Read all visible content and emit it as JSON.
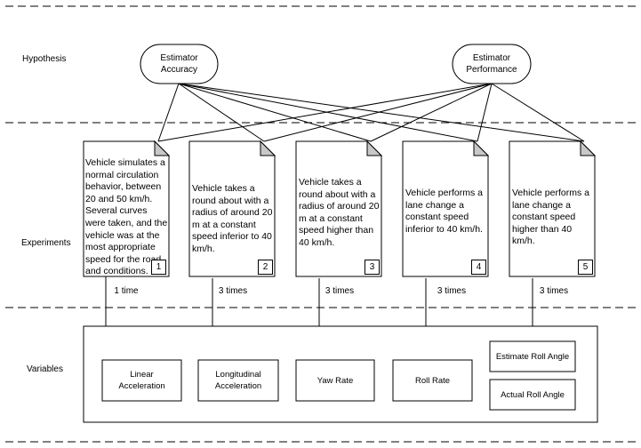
{
  "sections": {
    "hypothesis": "Hypothesis",
    "experiments": "Experiments",
    "variables": "Variables"
  },
  "hypotheses": [
    {
      "line1": "Estimator",
      "line2": "Accuracy"
    },
    {
      "line1": "Estimator",
      "line2": "Performance"
    }
  ],
  "experiments": [
    {
      "text": "Vehicle simulates a normal circulation behavior, between 20 and 50 km/h. Several curves were taken, and the vehicle was at the most appropriate speed for the road and conditions.",
      "number": "1",
      "times": "1 time"
    },
    {
      "text": "Vehicle takes a round about with a radius of around 20 m at a constant speed inferior to 40 km/h.",
      "number": "2",
      "times": "3 times"
    },
    {
      "text": "Vehicle takes a round about with a radius of around 20 m at a constant speed higher than 40 km/h.",
      "number": "3",
      "times": "3 times"
    },
    {
      "text": "Vehicle performs a lane change a constant speed inferior to 40 km/h.",
      "number": "4",
      "times": "3 times"
    },
    {
      "text": "Vehicle performs a lane change a constant speed higher than 40 km/h.",
      "number": "5",
      "times": "3 times"
    }
  ],
  "variables": [
    {
      "line1": "Linear",
      "line2": "Acceleration"
    },
    {
      "line1": "Longitudinal",
      "line2": "Acceleration"
    },
    {
      "line1": "Yaw Rate",
      "line2": ""
    },
    {
      "line1": "Roll Rate",
      "line2": ""
    },
    {
      "line1": "Estimate Roll Angle",
      "line2": ""
    },
    {
      "line1": "Actual Roll Angle",
      "line2": ""
    }
  ]
}
